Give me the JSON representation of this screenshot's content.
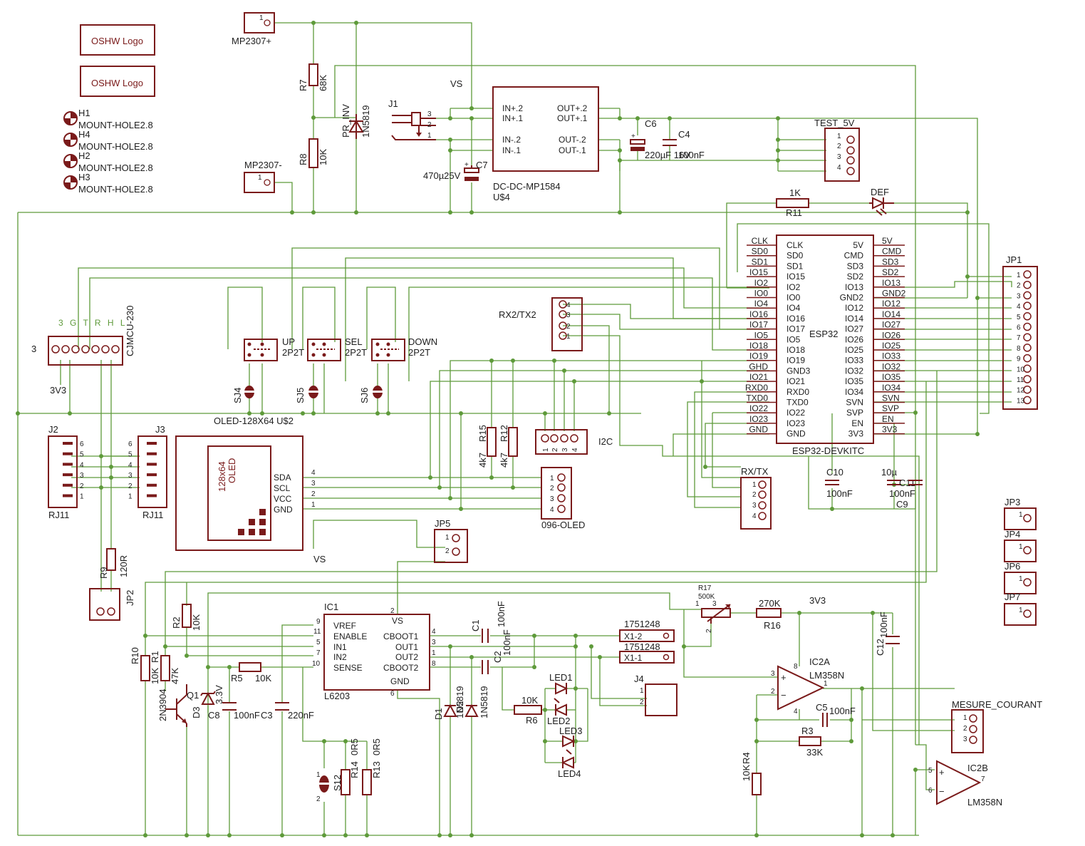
{
  "colors": {
    "wire": "#5e9a3a",
    "part": "#7a1a1a",
    "text": "#1e1e1e"
  },
  "logos": [
    "OSHW Logo",
    "OSHW Logo"
  ],
  "holes": [
    {
      "ref": "H1",
      "val": "MOUNT-HOLE2.8"
    },
    {
      "ref": "H4",
      "val": "MOUNT-HOLE2.8"
    },
    {
      "ref": "H2",
      "val": "MOUNT-HOLE2.8"
    },
    {
      "ref": "H3",
      "val": "MOUNT-HOLE2.8"
    }
  ],
  "labels": {
    "mp_plus": "MP2307+",
    "mp_minus": "MP2307-",
    "one": "1",
    "r7": "R7",
    "r7v": "68K",
    "r8": "R8",
    "r8v": "10K",
    "pr": "PR_INV",
    "pr_val": "1N5819",
    "vs": "VS",
    "vs2": "VS",
    "j1": "J1",
    "j1p3": "3",
    "j1p2": "2",
    "j1p1": "1",
    "c7": "C7",
    "c7v": "470µ25V",
    "dcdc": "DC-DC-MP1584",
    "u4": "U$4",
    "in2": "IN+.2",
    "in1": "IN+.1",
    "inm2": "IN-.2",
    "inm1": "IN-.1",
    "out2": "OUT+.2",
    "out1": "OUT+.1",
    "outm2": "OUT-.2",
    "outm1": "OUT-.1",
    "c6": "C6",
    "c6v": "220µF 16V",
    "c4": "C4",
    "c4v": "100nF",
    "test": "TEST_5V",
    "r11": "R11",
    "r11v": "1K",
    "def": "DEF",
    "esp": "ESP32",
    "espdev": "ESP32-DEVKITC",
    "jp1": "JP1",
    "rx2tx2": "RX2/TX2",
    "i2c": "I2C",
    "rxtx": "RX/TX",
    "cjmcu": "CJMCU-230",
    "cj_pins": "3 G T R H L",
    "cj3": "3",
    "cj3v3": "3V3",
    "up": "UP",
    "sel": "SEL",
    "down": "DOWN",
    "p2t": "2P2T",
    "sj4": "SJ4",
    "sj5": "SJ5",
    "sj6": "SJ6",
    "oled_u2": "OLED-128X64 U$2",
    "j2": "J2",
    "j3": "J3",
    "rj11": "RJ11",
    "r9": "R9",
    "r9v": "120R",
    "jp2": "JP2",
    "oled_title": "128x64",
    "oled_sub": "OLED",
    "sda": "SDA",
    "scl": "SCL",
    "vcc": "VCC",
    "gnd": "GND",
    "r15": "R15",
    "r15v": "4k7",
    "r12": "R12",
    "r12v": "4k7",
    "oled096": "096-OLED",
    "jp5": "JP5",
    "c10": "C10",
    "c10v": "100nF",
    "c11": "C11",
    "c11v": "10µ",
    "c9": "C9",
    "c9v": "100nF",
    "jp3": "JP3",
    "jp4": "JP4",
    "jp6": "JP6",
    "jp7": "JP7",
    "ic1": "IC1",
    "l6203": "L6203",
    "vref": "VREF",
    "enable": "ENABLE",
    "in1p": "IN1",
    "in2p": "IN2",
    "sense": "SENSE",
    "cboot1": "CBOOT1",
    "outa": "OUT1",
    "outb": "OUT2",
    "cboot2": "CBOOT2",
    "gndp": "GND",
    "vsp": "VS",
    "c1": "C1",
    "c1v": "100nF",
    "c2": "C2",
    "c2v": "100nF",
    "x12": "X1-2",
    "x11": "X1-1",
    "conn": "1751248",
    "led1": "LED1",
    "led2": "LED2",
    "led3": "LED3",
    "led4": "LED4",
    "r6": "R6",
    "r6v": "10K",
    "j4": "J4",
    "d1": "D1",
    "d2": "D2",
    "d1v": "1N5819",
    "d2v": "1N5819",
    "r17": "R17",
    "r17v": "500K",
    "r16": "R16",
    "r16v": "270K",
    "v3v3": "3V3",
    "ic2a": "IC2A",
    "lm358": "LM358N",
    "ic2b": "IC2B",
    "r3": "R3",
    "r3v": "33K",
    "r4": "R4",
    "r4v": "10K",
    "c5": "C5",
    "c5v": "100nF",
    "c12": "C12",
    "c12v": "100nF",
    "mesure": "MESURE_COURANT",
    "r14": "R14",
    "r14v": "0R5",
    "r13": "R13",
    "r13v": "0R5",
    "s12": "S12",
    "r10": "R10",
    "r10v": "10K",
    "r1": "R1",
    "r1v": "47K",
    "r2": "R2",
    "r2v": "10K",
    "q1": "Q1",
    "q1v": "2N3904",
    "d3": "D3",
    "d3v": "3.3V",
    "c8": "C8",
    "c8v": "100nF",
    "c3": "C3",
    "c3v": "220nF",
    "r5": "R5",
    "r5v": "10K"
  },
  "esp_left_ext": [
    "CLK",
    "SD0",
    "SD1",
    "IO15",
    "IO2",
    "IO0",
    "IO4",
    "IO16",
    "IO17",
    "IO5",
    "IO18",
    "IO19",
    "GHD",
    "IO21",
    "RXD0",
    "TXD0",
    "IO22",
    "IO23",
    "GND"
  ],
  "esp_left_int": [
    "CLK",
    "SD0",
    "SD1",
    "IO15",
    "IO2",
    "IO0",
    "IO4",
    "IO16",
    "IO17",
    "IO5",
    "IO18",
    "IO19",
    "GND3",
    "IO21",
    "RXD0",
    "TXD0",
    "IO22",
    "IO23",
    "GND"
  ],
  "esp_right_int": [
    "5V",
    "CMD",
    "SD3",
    "SD2",
    "IO13",
    "GND2",
    "IO12",
    "IO14",
    "IO27",
    "IO26",
    "IO25",
    "IO33",
    "IO32",
    "IO35",
    "IO34",
    "SVN",
    "SVP",
    "EN",
    "3V3"
  ],
  "esp_right_ext": [
    "5V",
    "CMD",
    "SD3",
    "SD2",
    "IO13",
    "GND2",
    "IO12",
    "IO14",
    "IO27",
    "IO26",
    "IO25",
    "IO33",
    "IO32",
    "IO35",
    "IO34",
    "SVN",
    "SVP",
    "EN",
    "3V3"
  ],
  "jp1_pins": [
    "1",
    "2",
    "3",
    "4",
    "5",
    "6",
    "7",
    "8",
    "9",
    "10",
    "11",
    "12",
    "13"
  ],
  "rj_pins": [
    "6",
    "5",
    "4",
    "3",
    "2",
    "1"
  ],
  "four_pins": [
    "4",
    "3",
    "2",
    "1"
  ],
  "four_pins_up": [
    "1",
    "2",
    "3",
    "4"
  ],
  "three_pins": [
    "1",
    "2",
    "3"
  ],
  "oled_pins": [
    "4",
    "3",
    "2",
    "1"
  ]
}
